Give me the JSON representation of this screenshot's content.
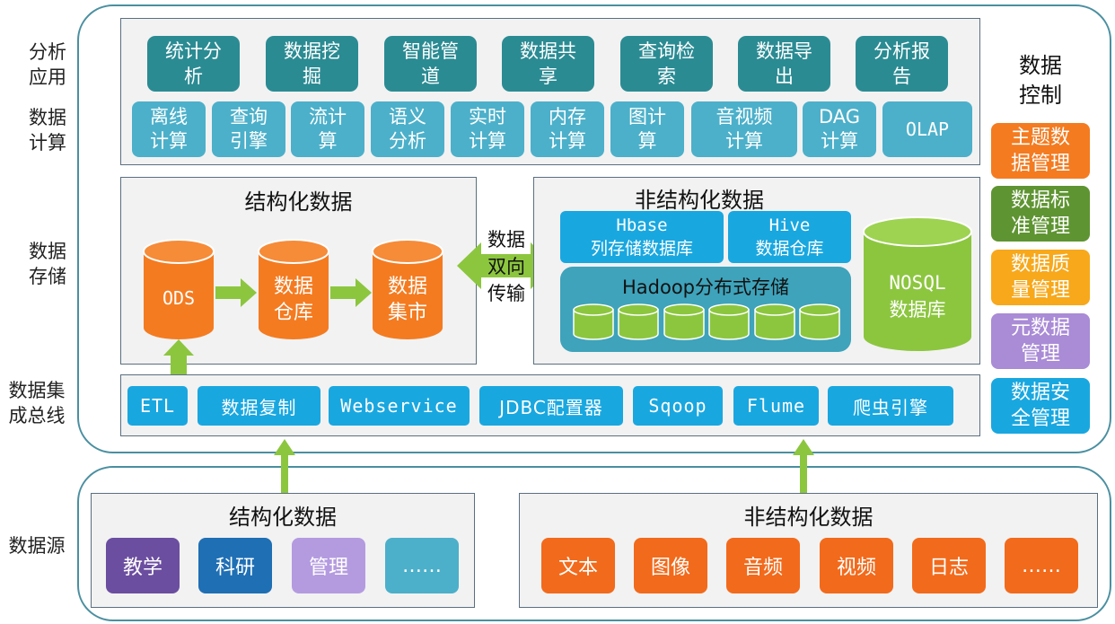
{
  "left_labels": {
    "analysis": [
      "分析",
      "应用"
    ],
    "compute": [
      "数据",
      "计算"
    ],
    "storage": [
      "数据",
      "存储"
    ],
    "integration": [
      "数据集",
      "成总线"
    ],
    "source": "数据源"
  },
  "analysis_apps": [
    [
      "统计分",
      "析"
    ],
    [
      "数据挖",
      "掘"
    ],
    [
      "智能管",
      "道"
    ],
    [
      "数据共",
      "享"
    ],
    [
      "查询检",
      "索"
    ],
    [
      "数据导",
      "出"
    ],
    [
      "分析报",
      "告"
    ]
  ],
  "compute_items": [
    [
      "离线",
      "计算"
    ],
    [
      "查询",
      "引擎"
    ],
    [
      "流计",
      "算"
    ],
    [
      "语义",
      "分析"
    ],
    [
      "实时",
      "计算"
    ],
    [
      "内存",
      "计算"
    ],
    [
      "图计",
      "算"
    ],
    [
      "音视频",
      "计算"
    ],
    [
      "DAG",
      "计算"
    ],
    [
      "OLAP"
    ]
  ],
  "structured": {
    "title": "结构化数据",
    "ods": "ODS",
    "warehouse": [
      "数据",
      "仓库"
    ],
    "mart": [
      "数据",
      "集市"
    ]
  },
  "transfer": [
    "数据",
    "双向",
    "传输"
  ],
  "unstructured": {
    "title": "非结构化数据",
    "hbase": [
      "Hbase",
      "列存储数据库"
    ],
    "hive": [
      "Hive",
      "数据仓库"
    ],
    "hadoop": "Hadoop分布式存储",
    "nosql": [
      "NOSQL",
      "数据库"
    ]
  },
  "bus_items": [
    "ETL",
    "数据复制",
    "Webservice",
    "JDBC配置器",
    "Sqoop",
    "Flume",
    "爬虫引擎"
  ],
  "data_control": {
    "title": [
      "数据",
      "控制"
    ],
    "items": [
      {
        "lines": [
          "主题数",
          "据管理"
        ],
        "color": "#f47b20"
      },
      {
        "lines": [
          "数据标",
          "准管理"
        ],
        "color": "#5f9432"
      },
      {
        "lines": [
          "数据质",
          "量管理"
        ],
        "color": "#f7a81b"
      },
      {
        "lines": [
          "元数据",
          "管理"
        ],
        "color": "#a98bd6"
      },
      {
        "lines": [
          "数据安",
          "全管理"
        ],
        "color": "#19a7e0"
      }
    ]
  },
  "sources": {
    "structured": {
      "title": "结构化数据",
      "items": [
        {
          "label": "教学",
          "color": "#6b4ea0"
        },
        {
          "label": "科研",
          "color": "#1f6fb5"
        },
        {
          "label": "管理",
          "color": "#b49be0"
        },
        {
          "label": "……",
          "color": "#4cb0ca"
        }
      ]
    },
    "unstructured": {
      "title": "非结构化数据",
      "items": [
        {
          "label": "文本",
          "color": "#f26a1b"
        },
        {
          "label": "图像",
          "color": "#f26a1b"
        },
        {
          "label": "音频",
          "color": "#f26a1b"
        },
        {
          "label": "视频",
          "color": "#f26a1b"
        },
        {
          "label": "日志",
          "color": "#f26a1b"
        },
        {
          "label": "……",
          "color": "#f26a1b"
        }
      ]
    }
  },
  "colors": {
    "orange": "#f47b20",
    "green_arrow": "#8cc63f",
    "hadoop_green": "#8cc63f",
    "dark_teal": "#2b8b93",
    "mid_teal": "#4cb0ca",
    "bus_blue": "#19a7e0"
  }
}
